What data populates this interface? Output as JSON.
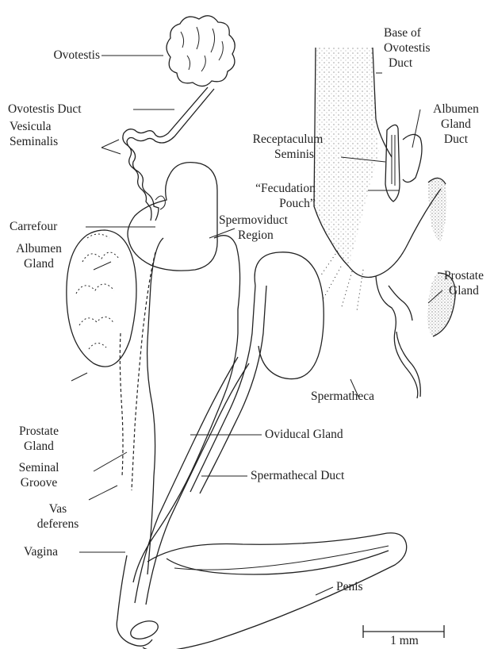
{
  "labels": {
    "ovotestis": "Ovotestis",
    "ovotestis_duct": "Ovotestis  Duct",
    "vesicula_1": "Vesicula",
    "vesicula_2": "Seminalis",
    "carrefour": "Carrefour",
    "albumen_gland_1": "Albumen",
    "albumen_gland_2": "Gland",
    "prostate_gland_1": "Prostate",
    "prostate_gland_2": "Gland",
    "seminal_groove_1": "Seminal",
    "seminal_groove_2": "Groove",
    "vas_deferens_1": "Vas",
    "vas_deferens_2": "deferens",
    "vagina": "Vagina",
    "spermoviduct_1": "Spermoviduct",
    "spermoviduct_2": "Region",
    "spermatheca": "Spermatheca",
    "oviducal_gland": "Oviducal Gland",
    "spermathecal_duct": "Spermathecal Duct",
    "penis": "Penis",
    "scale": "1 mm"
  },
  "inset_labels": {
    "base_1": "Base of",
    "base_2": "Ovotestis",
    "base_3": "Duct",
    "albumen_duct_1": "Albumen",
    "albumen_duct_2": "Gland",
    "albumen_duct_3": "Duct",
    "receptaculum_1": "Receptaculum",
    "receptaculum_2": "Seminis",
    "fecudation_1": "“Fecudation",
    "fecudation_2": "Pouch”",
    "prostate_1": "Prostate",
    "prostate_2": "Gland"
  }
}
